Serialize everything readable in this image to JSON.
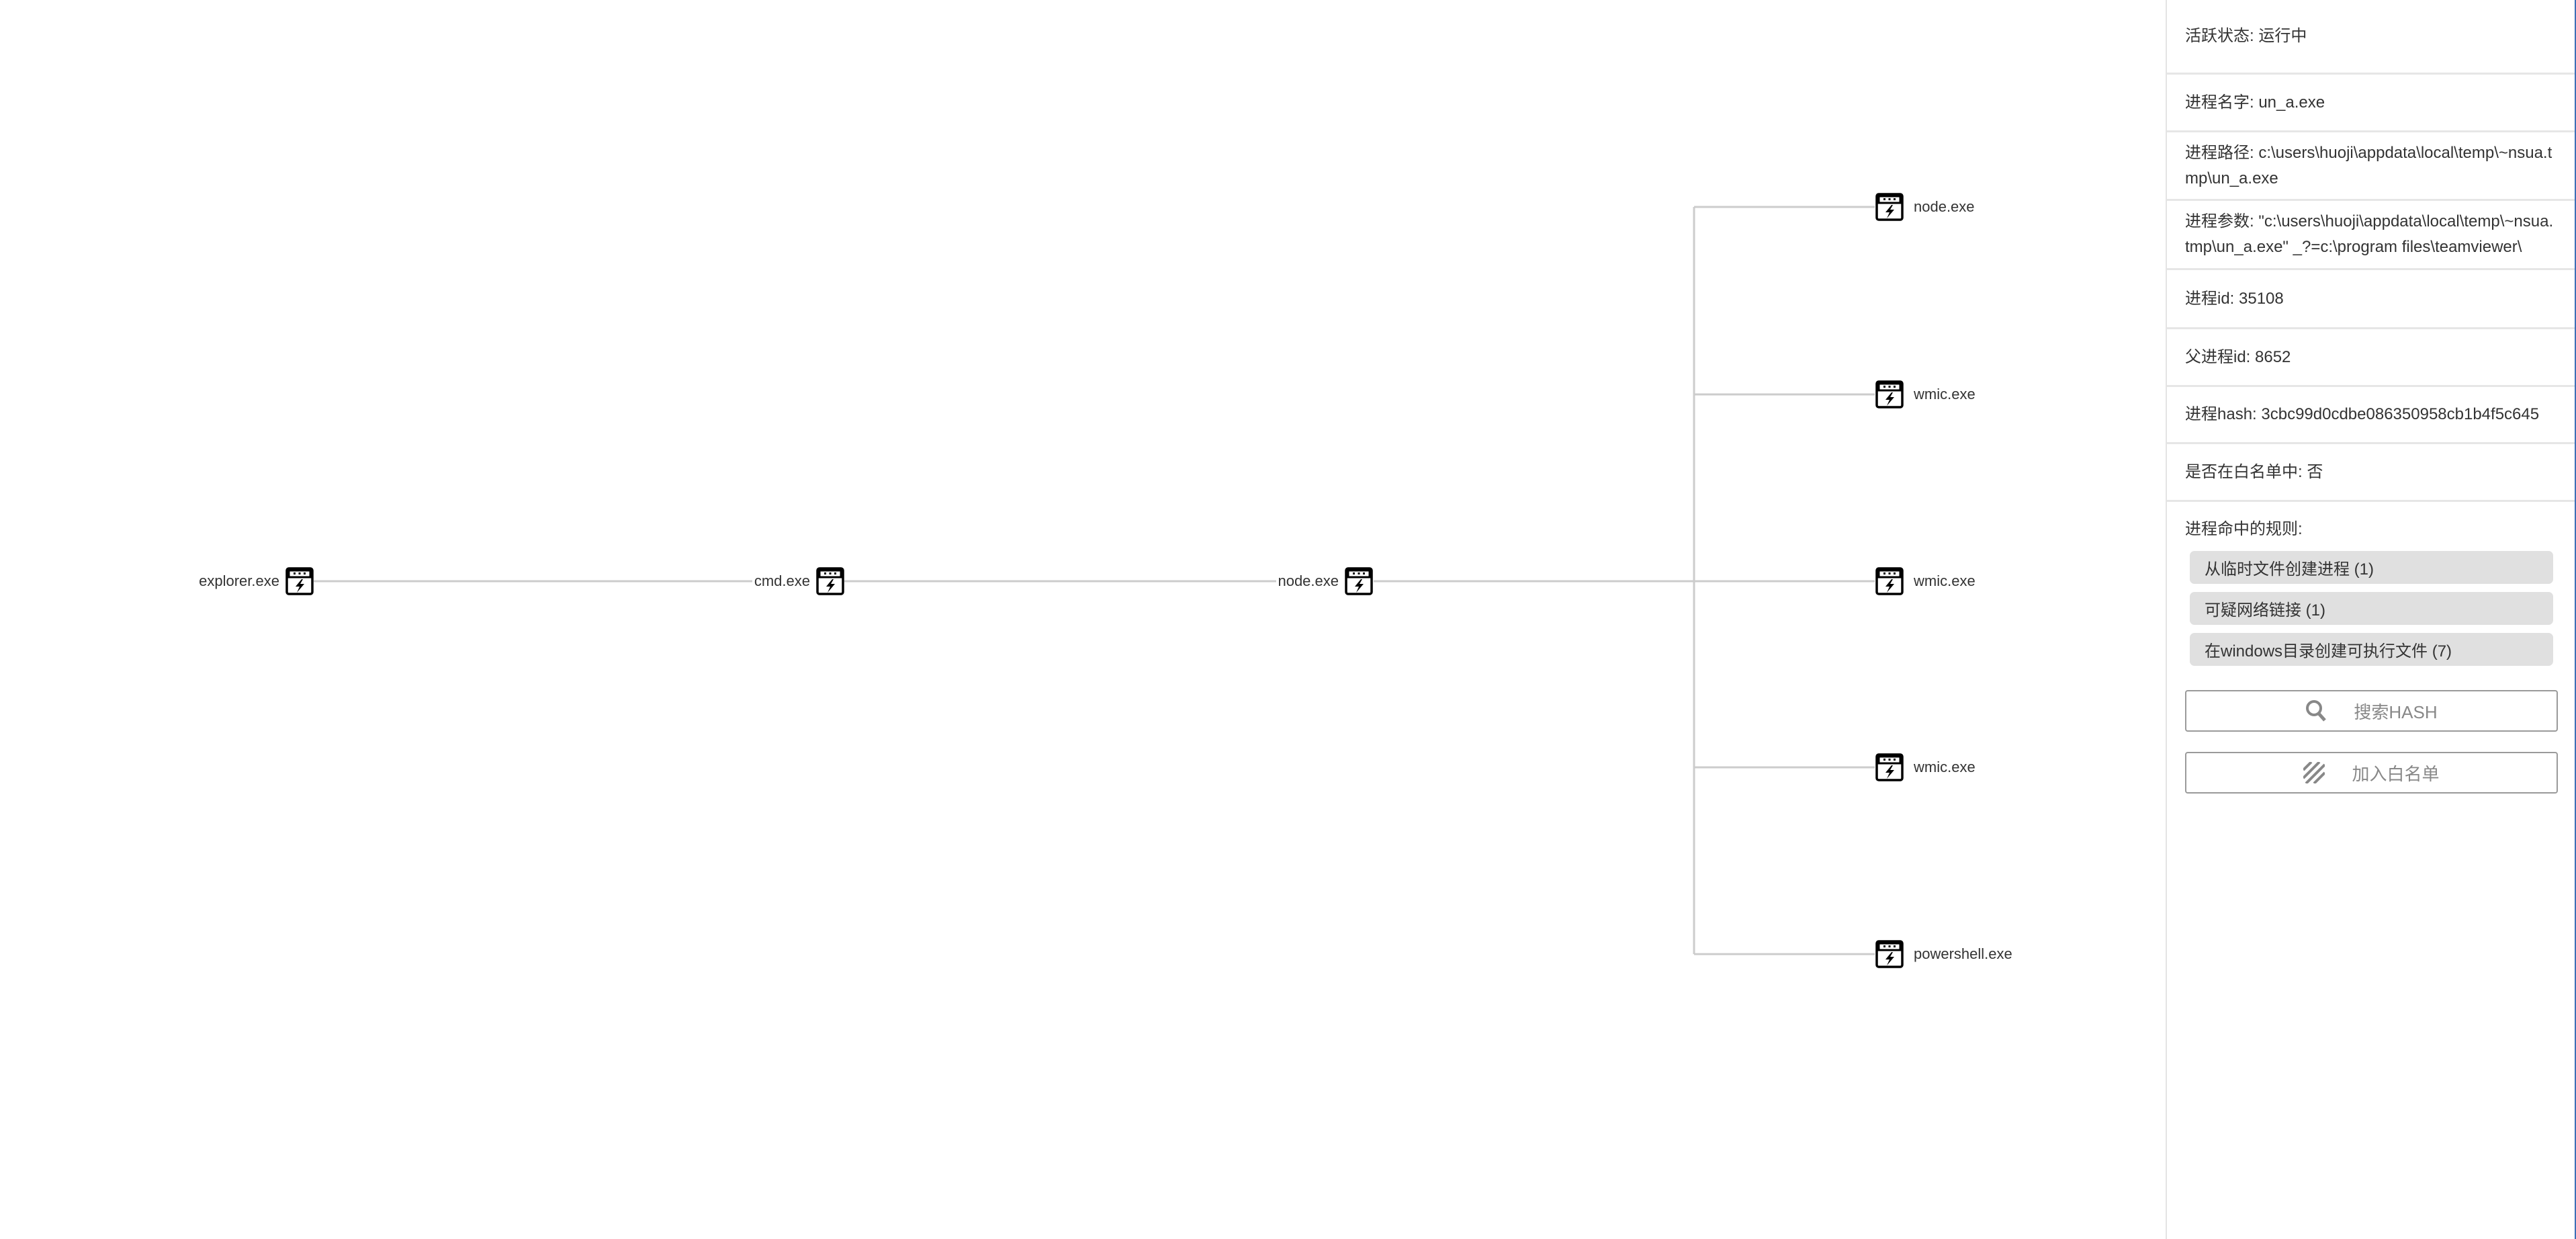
{
  "graph": {
    "nodes": [
      {
        "label": "explorer.exe",
        "icon": "process-icon"
      },
      {
        "label": "cmd.exe",
        "icon": "process-icon"
      },
      {
        "label": "node.exe",
        "icon": "process-icon"
      }
    ],
    "children": [
      {
        "label": "node.exe",
        "icon": "process-icon"
      },
      {
        "label": "wmic.exe",
        "icon": "process-icon"
      },
      {
        "label": "wmic.exe",
        "icon": "process-icon"
      },
      {
        "label": "wmic.exe",
        "icon": "process-icon"
      },
      {
        "label": "powershell.exe",
        "icon": "process-icon"
      }
    ],
    "edge_color": "#cccccc"
  },
  "details": {
    "rows": [
      {
        "text": "活跃状态: 运行中"
      },
      {
        "text": "进程名字: un_a.exe"
      },
      {
        "text": "进程路径: c:\\users\\huoji\\appdata\\local\\temp\\~nsua.tmp\\un_a.exe"
      },
      {
        "text": "进程参数: \"c:\\users\\huoji\\appdata\\local\\temp\\~nsua.tmp\\un_a.exe\" _?=c:\\program files\\teamviewer\\"
      },
      {
        "text": "进程id: 35108"
      },
      {
        "text": "父进程id: 8652"
      },
      {
        "text": "进程hash: 3cbc99d0cdbe086350958cb1b4f5c645"
      },
      {
        "text": "是否在白名单中: 否"
      }
    ],
    "rules_label": "进程命中的规则:",
    "rules": [
      {
        "text": "从临时文件创建进程 (1)"
      },
      {
        "text": "可疑网络链接 (1)"
      },
      {
        "text": "在windows目录创建可执行文件 (7)"
      }
    ],
    "search_hash_label": "搜索HASH",
    "add_whitelist_label": "加入白名单"
  }
}
